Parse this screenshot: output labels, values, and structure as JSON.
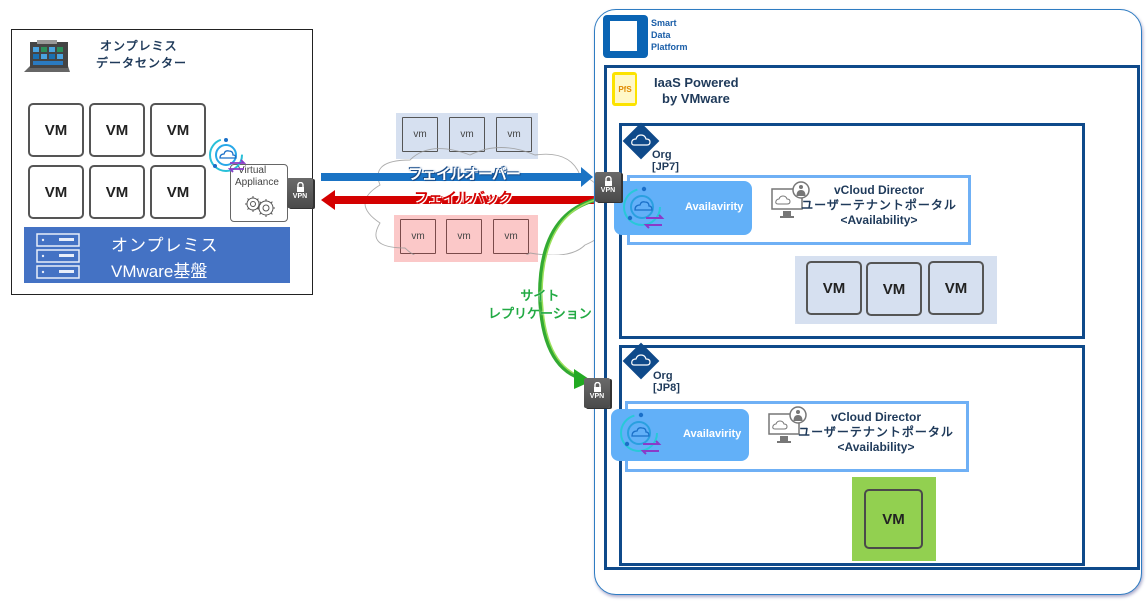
{
  "onprem": {
    "title_line1": "オンプレミス",
    "title_line2": "データセンター",
    "vms": [
      "VM",
      "VM",
      "VM",
      "VM",
      "VM",
      "VM"
    ],
    "platform_line1": "オンプレミス",
    "platform_line2": "VMware基盤",
    "virtual_appliance_line1": "Virtual",
    "virtual_appliance_line2": "Appliance",
    "vpn_label": "VPN"
  },
  "transfer": {
    "failover_label": "フェイルオーバー",
    "failback_label": "フェイルバック",
    "failover_vms": [
      "vm",
      "vm",
      "vm"
    ],
    "failback_vms": [
      "vm",
      "vm",
      "vm"
    ],
    "site_replication_line1": "サイト",
    "site_replication_line2": "レプリケーション",
    "colors": {
      "failover": "#1a73c4",
      "failback": "#d40000",
      "replication": "#22aa22"
    }
  },
  "cloud": {
    "brand_line1": "Smart",
    "brand_line2": "Data",
    "brand_line3": "Platform",
    "pfs_badge": "PfS",
    "iaas_line1": "IaaS Powered",
    "iaas_line2": "by VMware",
    "vpn_label": "VPN",
    "orgs": [
      {
        "label_line1": "Org",
        "label_line2": "[JP7]",
        "availability_label": "Availavirity",
        "vcd_line1": "vCloud Director",
        "vcd_line2": "ユーザーテナントポータル",
        "vcd_line3": "<Availability>",
        "vms": [
          "VM",
          "VM",
          "VM"
        ]
      },
      {
        "label_line1": "Org",
        "label_line2": "[JP8]",
        "availability_label": "Availavirity",
        "vcd_line1": "vCloud Director",
        "vcd_line2": "ユーザーテナントポータル",
        "vcd_line3": "<Availability>",
        "vms": [
          "VM"
        ]
      }
    ]
  }
}
